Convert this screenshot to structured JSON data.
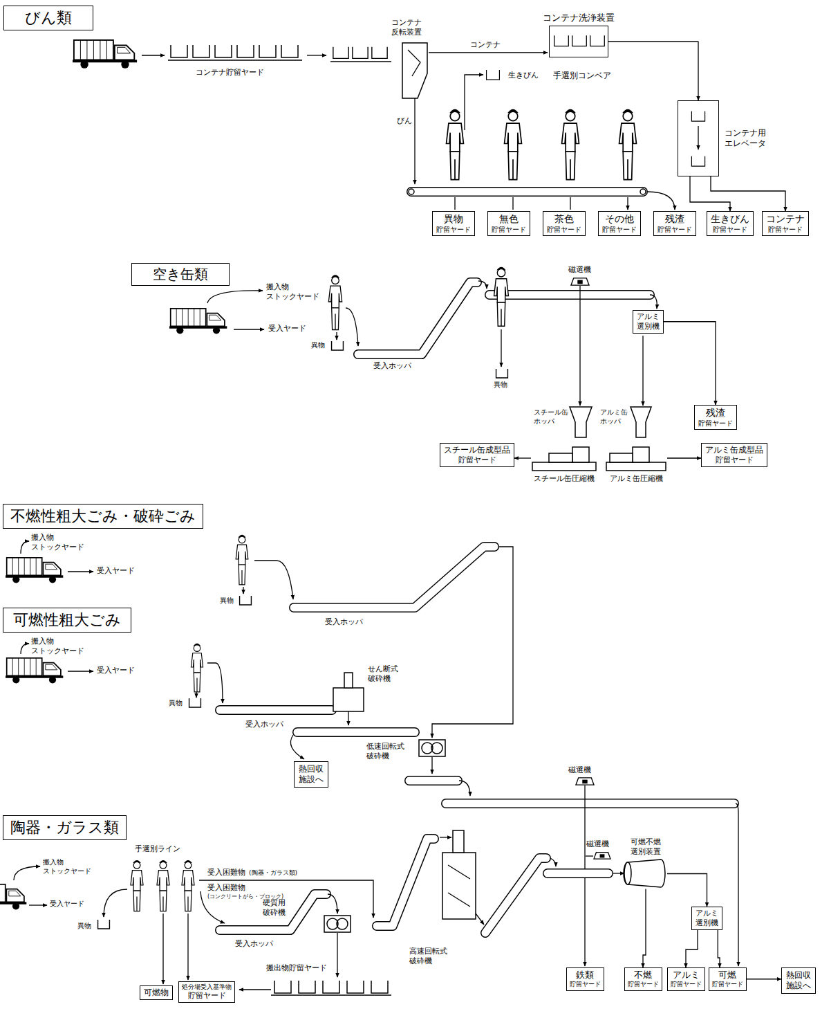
{
  "diagram": {
    "nodes": [
      {
        "text": [
          "びん類"
        ]
      },
      {
        "text": [
          "コンテナ洗浄装置"
        ]
      },
      {
        "text": [
          "コンテナ用 エレベータ"
        ]
      },
      {
        "text": [
          "異物",
          "貯留ヤード"
        ]
      },
      {
        "text": [
          "無色",
          "貯留ヤード"
        ]
      },
      {
        "text": [
          "茶色",
          "貯留ヤード"
        ]
      },
      {
        "text": [
          "その他",
          "貯留ヤード"
        ]
      },
      {
        "text": [
          "残渣",
          "貯留ヤード"
        ]
      },
      {
        "text": [
          "生きびん",
          "貯留ヤード"
        ]
      },
      {
        "text": [
          "コンテナ",
          "貯留ヤード"
        ]
      },
      {
        "text": [
          "空き缶類"
        ]
      },
      {
        "text": [
          "アルミ 選別機"
        ]
      },
      {
        "text": [
          "残渣",
          "貯留ヤード"
        ]
      },
      {
        "text": [
          "スチール缶成型品",
          "貯留ヤード"
        ]
      },
      {
        "text": [
          "アルミ缶成型品",
          "貯留ヤード"
        ]
      },
      {
        "text": [
          "スチール缶圧縮機"
        ]
      },
      {
        "text": [
          "アルミ缶圧縮機"
        ]
      },
      {
        "text": [
          "不燃性粗大ごみ・破砕ごみ"
        ]
      },
      {
        "text": [
          "可燃性粗大ごみ"
        ]
      },
      {
        "text": [
          "熱回収 施設へ"
        ]
      },
      {
        "text": [
          "陶器・ガラス類"
        ]
      },
      {
        "text": [
          "可燃物"
        ]
      },
      {
        "text": [
          "処分場受入基準物",
          "貯留ヤード"
        ]
      },
      {
        "text": [
          "可燃不燃 選別装置"
        ]
      },
      {
        "text": [
          "アルミ 選別機"
        ]
      },
      {
        "text": [
          "鉄類",
          "貯留ヤード"
        ]
      },
      {
        "text": [
          "不燃",
          "貯留ヤード"
        ]
      },
      {
        "text": [
          "アルミ",
          "貯留ヤード"
        ]
      },
      {
        "text": [
          "可燃",
          "貯留ヤード"
        ]
      },
      {
        "text": [
          "熱回収 施設へ"
        ]
      }
    ],
    "edges": [
      {
        "from": 1,
        "to": 2,
        "arrow": "to"
      },
      {
        "from": 2,
        "to": 8,
        "arrow": "to"
      },
      {
        "from": 2,
        "to": 9,
        "arrow": "to"
      },
      {
        "from": 11,
        "to": 12,
        "arrow": "to"
      },
      {
        "from": 15,
        "to": 13,
        "arrow": "to"
      },
      {
        "from": 16,
        "to": 14,
        "arrow": "to"
      },
      {
        "from": 23,
        "to": 26,
        "arrow": "to"
      },
      {
        "from": 23,
        "to": 24,
        "arrow": "to"
      },
      {
        "from": 24,
        "to": 27,
        "arrow": "to"
      },
      {
        "from": 24,
        "to": 28,
        "arrow": "to"
      },
      {
        "from": 28,
        "to": 29,
        "arrow": "to"
      }
    ],
    "labels": [
      "コンテナ貯留ヤード",
      "コンテナ 反転装置",
      "コンテナ",
      "生きびん",
      "手選別コンベア",
      "びん",
      "搬入物 ストックヤード",
      "受入ヤード",
      "異物",
      "受入ホッパ",
      "異物",
      "磁選機",
      "スチール缶 ホッパ",
      "アルミ缶 ホッパ",
      "搬入物 ストックヤード",
      "受入ヤード",
      "異物",
      "受入ホッパ",
      "搬入物 ストックヤード",
      "受入ヤード",
      "異物",
      "受入ホッパ",
      "せん断式 破砕機",
      "低速回転式 破砕機",
      "磁選機",
      "手選別ライン",
      "受入困難物",
      "(陶器・ガラス類)",
      "搬入物 ストックヤード",
      "受入困難物",
      "(コンクリートがら・ブロック)",
      "受入ヤード",
      "異物",
      "受入ホッパ",
      "硬質用 破砕機",
      "搬出物貯留ヤード",
      "高速回転式 破砕機",
      "磁選機"
    ]
  }
}
